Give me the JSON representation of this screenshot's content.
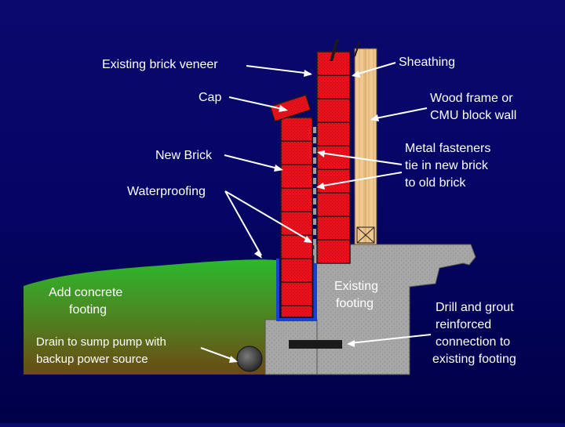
{
  "labels": {
    "existing_brick_veneer": "Existing brick veneer",
    "sheathing": "Sheathing",
    "cap": "Cap",
    "wood_frame_line1": "Wood frame or",
    "wood_frame_line2": "CMU block wall",
    "new_brick": "New Brick",
    "metal_fasteners_line1": "Metal fasteners",
    "metal_fasteners_line2": "tie in new brick",
    "metal_fasteners_line3": "to old brick",
    "waterproofing": "Waterproofing",
    "add_concrete_line1": "Add concrete",
    "add_concrete_line2": "footing",
    "existing_footing_line1": "Existing",
    "existing_footing_line2": "footing",
    "drill_grout_line1": "Drill and grout",
    "drill_grout_line2": "reinforced",
    "drill_grout_line3": "connection to",
    "drill_grout_line4": "existing footing",
    "drain_line1": "Drain to sump pump with",
    "drain_line2": "backup power source"
  },
  "colors": {
    "background": "#050566",
    "brick": "#e8121c",
    "mortar": "#1a1a1a",
    "ground": "#2db82d",
    "soil": "#6b4a14",
    "concrete": "#a6a6a6",
    "sheathing": "#f0c890",
    "waterproofing": "#1a3fd6",
    "label_text": "#ffffff"
  }
}
